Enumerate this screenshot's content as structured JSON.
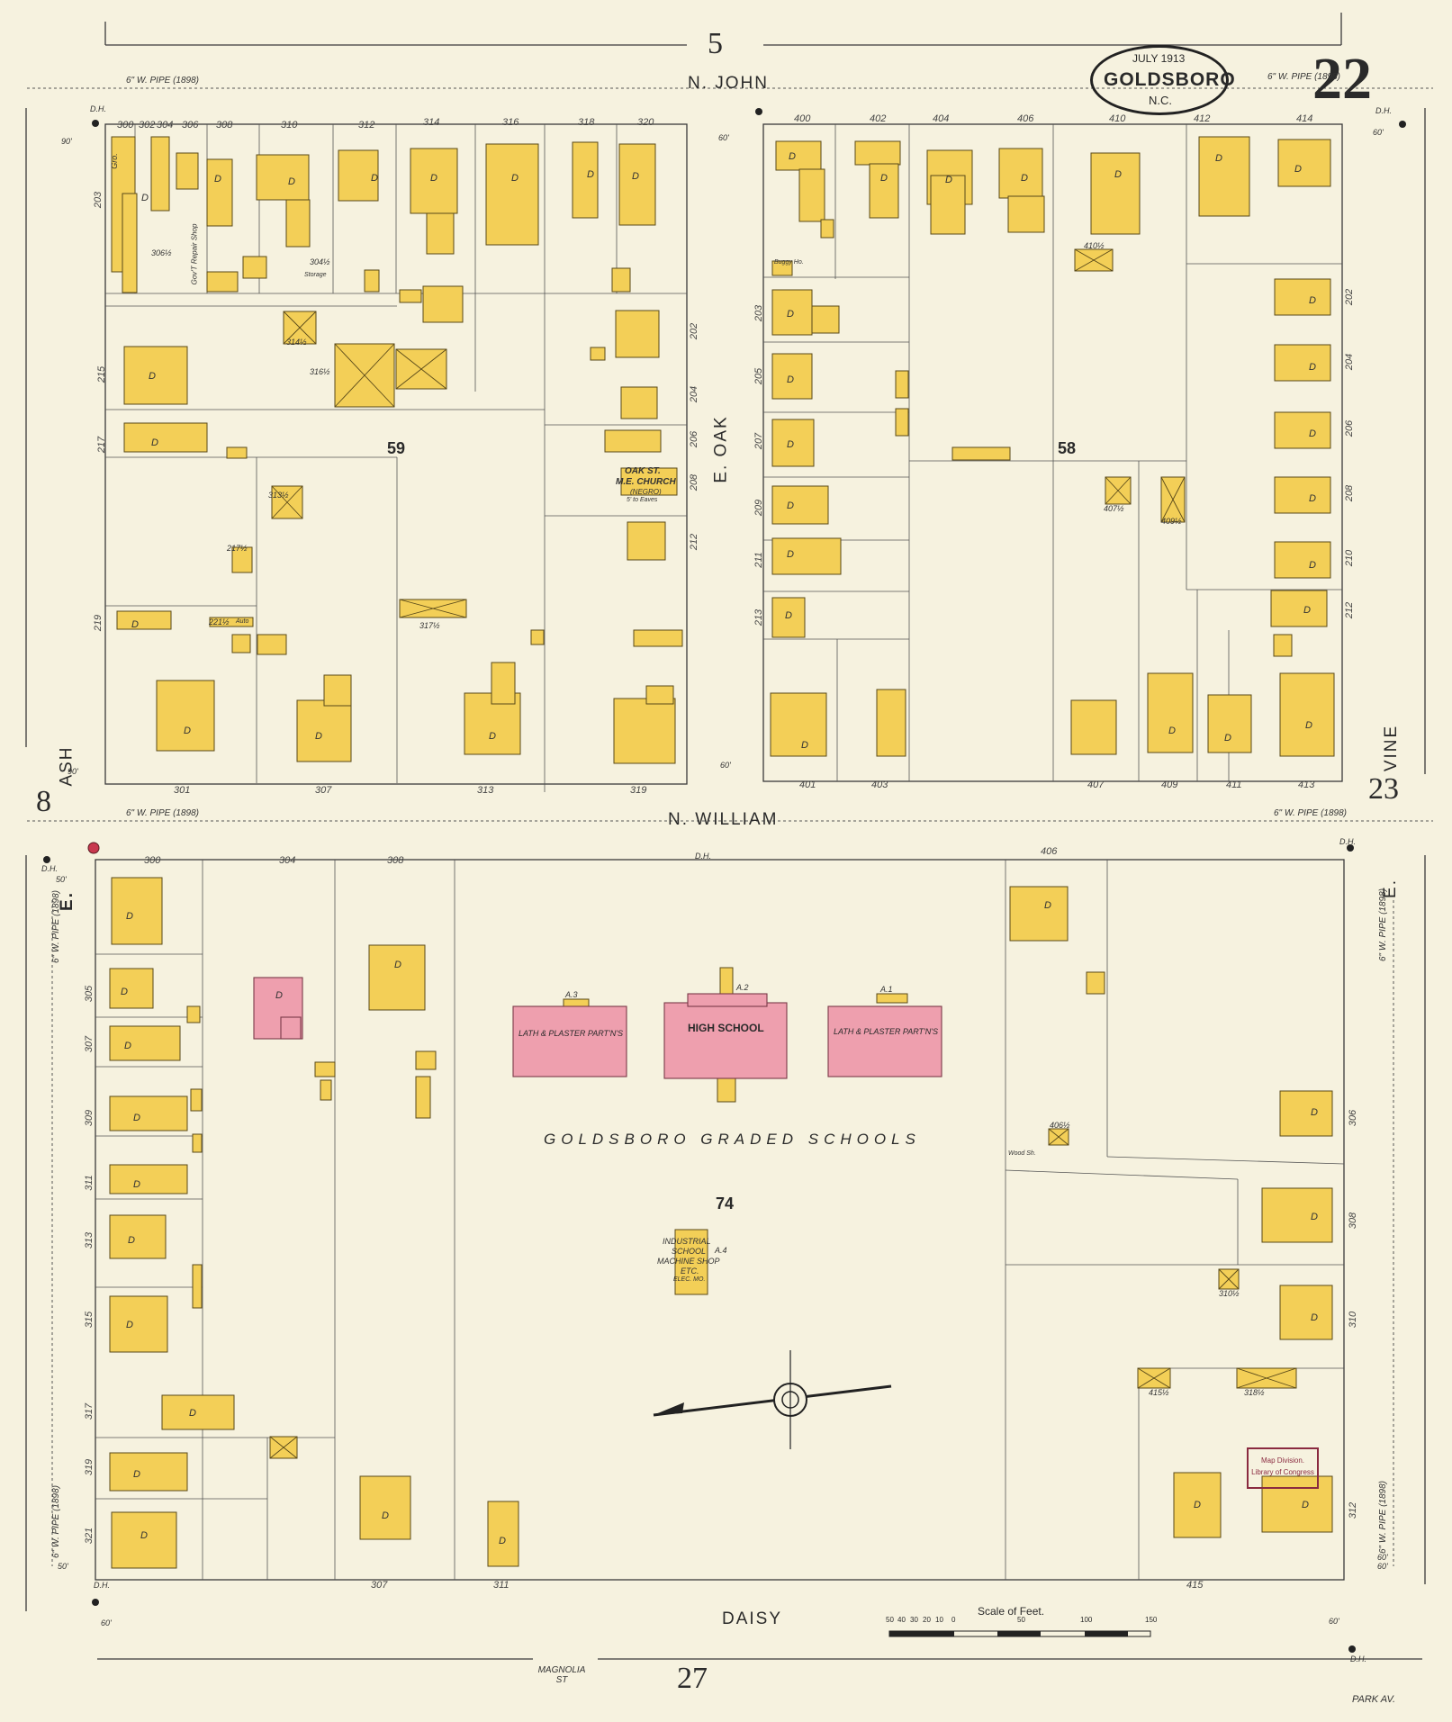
{
  "header": {
    "date": "JULY 1913",
    "city": "GOLDSBORO",
    "state": "N.C.",
    "sheet_number": "22"
  },
  "adjacent_sheets": {
    "top": "5",
    "left": "8",
    "right": "23",
    "bottom": "27"
  },
  "streets": {
    "n_john": "N.   JOHN",
    "n_william": "N.   WILLIAM",
    "e_oak": "E.   OAK",
    "ash": "ASH",
    "e_left": "E.",
    "vine": "VINE",
    "e_right": "E.",
    "daisy": "DAISY",
    "magnolia": "MAGNOLIA ST",
    "park_av": "PARK AV."
  },
  "blocks": {
    "b59": "59",
    "b58": "58",
    "b74": "74"
  },
  "pipes": {
    "p1": "6\" W. PIPE (1898)",
    "p2": "6\" W. PIPE (1898)",
    "p3": "6\" W. PIPE (1898)",
    "p4": "6\" W. PIPE (1898)",
    "p5": "6\" W. PIPE (1898)",
    "p6": "6\" W. PIPE (1898)",
    "p7": "6\" W. PIPE (1898)",
    "p8": "6\" W. PIPE (1898)"
  },
  "widths": {
    "w1": "90'",
    "w2": "60'",
    "w3": "60'",
    "w4": "60'",
    "w5": "90'",
    "w6": "50'",
    "w7": "50'",
    "w8": "60'",
    "w9": "60'",
    "w10": "60'",
    "w11": "60'"
  },
  "addresses": {
    "a300": "300",
    "a302": "302",
    "a304": "304",
    "a306": "306",
    "a308": "308",
    "a310": "310",
    "a312": "312",
    "a314": "314",
    "a316": "316",
    "a318": "318",
    "a320": "320",
    "a400": "400",
    "a402": "402",
    "a404": "404",
    "a406": "406",
    "a410": "410",
    "a412": "412",
    "a414": "414",
    "b301": "301",
    "b307": "307",
    "b313": "313",
    "b319": "319",
    "b401": "401",
    "b403": "403",
    "b407": "407",
    "b409": "409",
    "b411": "411",
    "b413": "413",
    "c300": "300",
    "c304": "304",
    "c308": "308",
    "c406": "406",
    "d307": "307",
    "d311": "311",
    "d415": "415",
    "s203": "203",
    "s215": "215",
    "s217": "217",
    "s219": "219",
    "r202": "202",
    "r204": "204",
    "r206": "206",
    "r208": "208",
    "r212": "212",
    "o203": "203",
    "o205": "205",
    "o207": "207",
    "o209": "209",
    "o211": "211",
    "o213": "213",
    "v202": "202",
    "v204": "204",
    "v206": "206",
    "v208": "208",
    "v210": "210",
    "v212": "212",
    "l305": "305",
    "l307": "307",
    "l309": "309",
    "l311": "311",
    "l313": "313",
    "l315": "315",
    "l317": "317",
    "l319": "319",
    "l321": "321",
    "e306": "306",
    "e308": "308",
    "e310": "310",
    "e312": "312",
    "h306": "306½",
    "h314": "314½",
    "h316": "316½",
    "h313": "313½",
    "h317": "317½",
    "h221": "221½",
    "h217": "217½",
    "h410": "410½",
    "h407": "407½",
    "h409": "409½",
    "h406": "406½",
    "h310": "310½",
    "h415": "415½",
    "h318": "318½",
    "h304": "304½"
  },
  "building_notes": {
    "gro": "Gro.",
    "repair": "Gov'T Repair Shop",
    "storage": "Storage",
    "buggy_ho": "Buggy Ho.",
    "church_l1": "OAK ST.",
    "church_l2": "M.E. CHURCH",
    "church_l3": "(NEGRO)",
    "church_l4": "5' to Eaves",
    "auto": "Auto",
    "wood_sh": "Wood Sh."
  },
  "school": {
    "name": "GOLDSBORO GRADED SCHOOLS",
    "high_school": "HIGH SCHOOL",
    "wing_left": "LATH & PLASTER PART'N'S",
    "wing_right": "LATH & PLASTER PART'N'S",
    "a1": "A.1",
    "a2": "A.2",
    "a3": "A.3",
    "a4": "A.4",
    "industrial_l1": "INDUSTRIAL",
    "industrial_l2": "SCHOOL",
    "industrial_l3": "MACHINE SHOP",
    "industrial_l4": "ETC.",
    "industrial_l5": "ELEC. MO."
  },
  "hydrants": {
    "d1": "D.H.",
    "d2": "D.H.",
    "d3": "D.H.",
    "d4": "D.H.",
    "d5": "D.H.",
    "d6": "D.H.",
    "d7": "D.H."
  },
  "scale": {
    "title": "Scale of Feet.",
    "ticks": [
      "50",
      "40",
      "30",
      "20",
      "10",
      "0",
      "50",
      "100",
      "150"
    ]
  },
  "stamp": {
    "line1": "Map Division.",
    "line2": "Library of Congress"
  },
  "colors": {
    "paper": "#f6f2df",
    "frame": "#f3cf57",
    "brick": "#ee9fae",
    "line": "#333333"
  },
  "dwelling_mark": "D"
}
